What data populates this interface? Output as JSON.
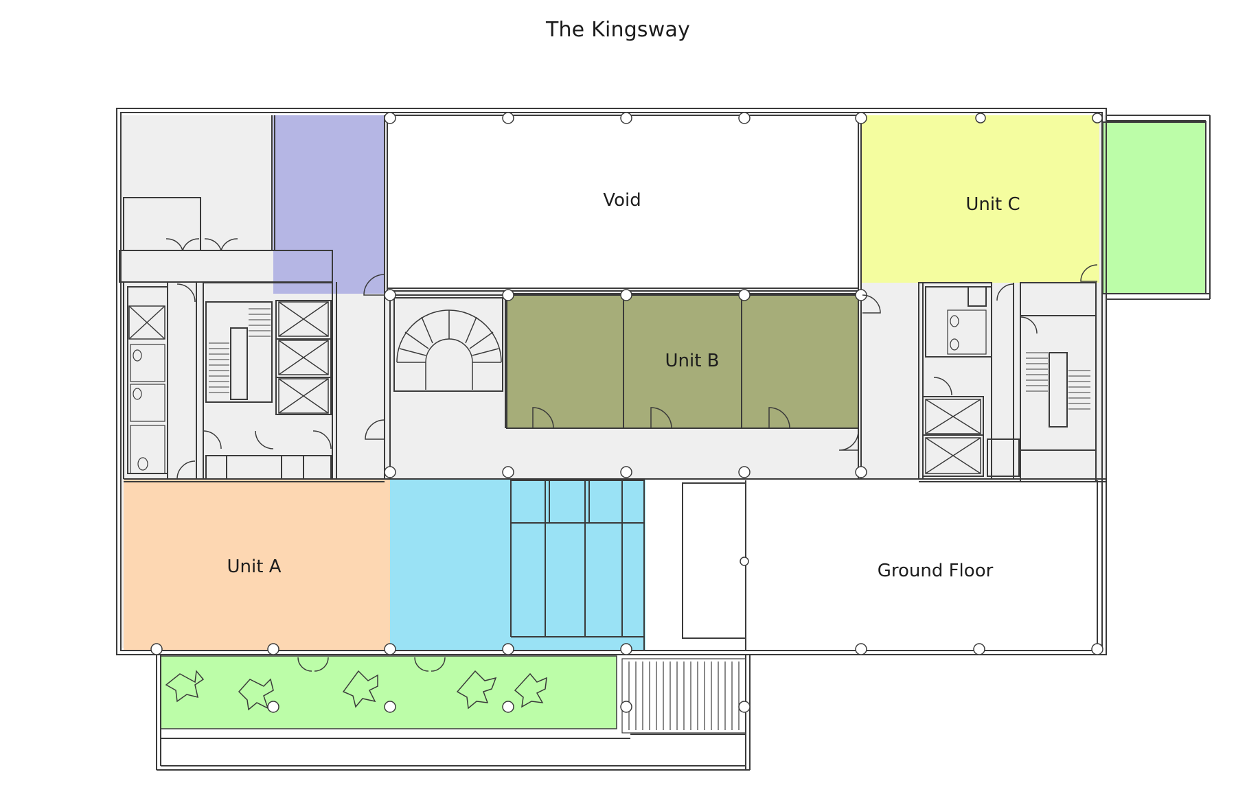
{
  "title": "The Kingsway",
  "areas": {
    "void": {
      "label": "Void",
      "color": "#ffffff"
    },
    "unit_a": {
      "label": "Unit A",
      "color": "#fdd7b2"
    },
    "unit_b": {
      "label": "Unit B",
      "color": "#a6ad79"
    },
    "unit_c": {
      "label": "Unit C",
      "color": "#f4fd9f"
    },
    "ground_floor": {
      "label": "Ground Floor",
      "color": "#ffffff"
    },
    "lavender_room": {
      "color": "#b5b6e4"
    },
    "blue_zone": {
      "color": "#9ae2f5"
    },
    "green_terrace_south": {
      "color": "#bcfda8"
    },
    "green_terrace_east": {
      "color": "#bcfda8"
    }
  },
  "palette": {
    "wall": "#3a3a3a",
    "circulation": "#efefef",
    "background": "#ffffff"
  }
}
